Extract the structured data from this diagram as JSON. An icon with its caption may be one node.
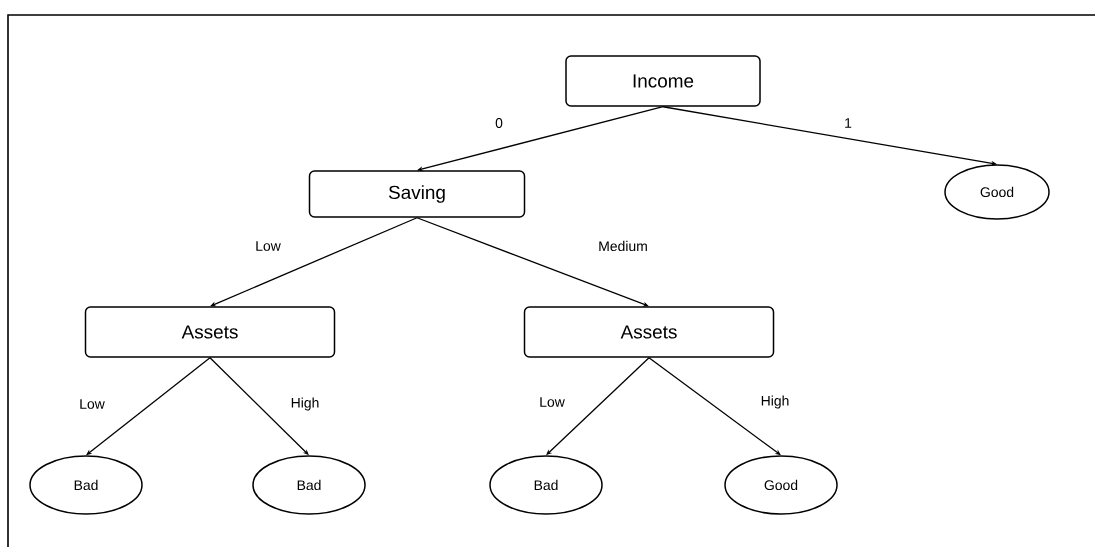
{
  "diagram": {
    "nodes": [
      {
        "text": [
          "Income"
        ]
      },
      {
        "text": [
          "Saving"
        ]
      },
      {
        "text": [
          "Good"
        ]
      },
      {
        "text": [
          "Assets"
        ]
      },
      {
        "text": [
          "Assets"
        ]
      },
      {
        "text": [
          "Bad"
        ]
      },
      {
        "text": [
          "Bad"
        ]
      },
      {
        "text": [
          "Bad"
        ]
      },
      {
        "text": [
          "Good"
        ]
      }
    ],
    "edges": [
      {
        "from": 0,
        "to": 1,
        "arrow": "to",
        "label": "0"
      },
      {
        "from": 0,
        "to": 2,
        "arrow": "to",
        "label": "1"
      },
      {
        "from": 1,
        "to": 3,
        "arrow": "to",
        "label": "Low"
      },
      {
        "from": 1,
        "to": 4,
        "arrow": "to",
        "label": "Medium"
      },
      {
        "from": 3,
        "to": 5,
        "arrow": "to",
        "label": "Low"
      },
      {
        "from": 3,
        "to": 6,
        "arrow": "to",
        "label": "High"
      },
      {
        "from": 4,
        "to": 7,
        "arrow": "to",
        "label": "Low"
      },
      {
        "from": 4,
        "to": 8,
        "arrow": "to",
        "label": "High"
      }
    ]
  }
}
